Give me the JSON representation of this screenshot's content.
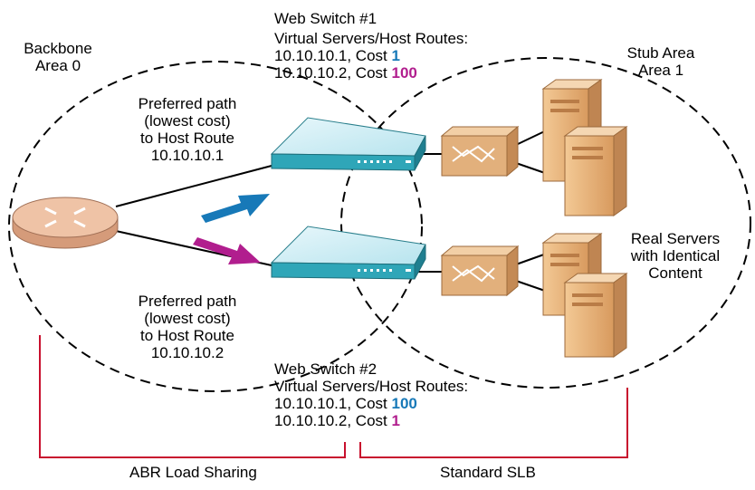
{
  "areas": {
    "backbone": {
      "line1": "Backbone",
      "line2": "Area 0"
    },
    "stub": {
      "line1": "Stub Area",
      "line2": "Area 1"
    }
  },
  "switch1": {
    "title": "Web Switch #1",
    "subtitle": "Virtual Servers/Host Routes:",
    "route1_prefix": "10.10.10.1, Cost ",
    "route1_cost": "1",
    "route2_prefix": "10.10.10.2, Cost ",
    "route2_cost": "100"
  },
  "switch2": {
    "title": "Web Switch #2",
    "subtitle": "Virtual Servers/Host Routes:",
    "route1_prefix": "10.10.10.1, Cost ",
    "route1_cost": "100",
    "route2_prefix": "10.10.10.2, Cost ",
    "route2_cost": "1"
  },
  "path1": {
    "l1": "Preferred path",
    "l2": "(lowest cost)",
    "l3": "to Host Route",
    "l4": "10.10.10.1"
  },
  "path2": {
    "l1": "Preferred path",
    "l2": "(lowest cost)",
    "l3": "to Host Route",
    "l4": "10.10.10.2"
  },
  "servers": {
    "l1": "Real Servers",
    "l2": "with Identical",
    "l3": "Content"
  },
  "brackets": {
    "left": "ABR Load Sharing",
    "right": "Standard SLB"
  },
  "colors": {
    "blue": "#1779b8",
    "magenta": "#b11e8e",
    "bracket": "#c8102e",
    "switch": "#2fa6b8",
    "server": "#e9b57f",
    "router": "#e8b999"
  }
}
